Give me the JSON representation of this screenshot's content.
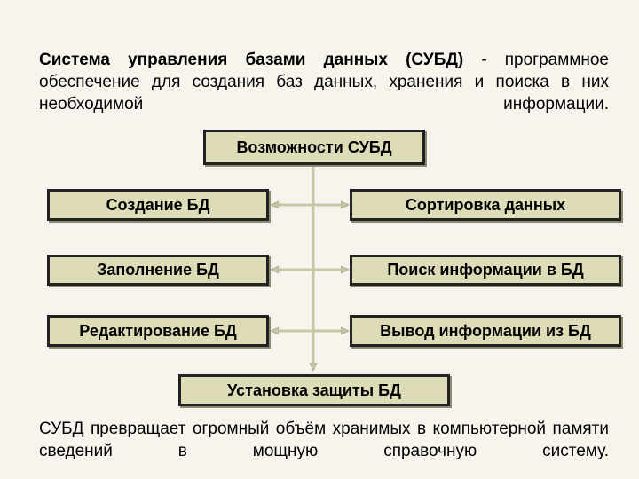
{
  "intro": {
    "term": "Система управления базами данных (СУБД)",
    "definition": " - программное обеспечение для создания баз данных, хранения и поиска в них необходимой информации."
  },
  "diagram": {
    "root": "Возможности СУБД",
    "left": [
      "Создание БД",
      "Заполнение БД",
      "Редактирование БД"
    ],
    "right": [
      "Сортировка данных",
      "Поиск информации в БД",
      "Вывод информации из БД"
    ],
    "bottom": "Установка защиты БД"
  },
  "closing": "СУБД превращает огромный объём хранимых в компьютерной памяти сведений в мощную справочную систему."
}
